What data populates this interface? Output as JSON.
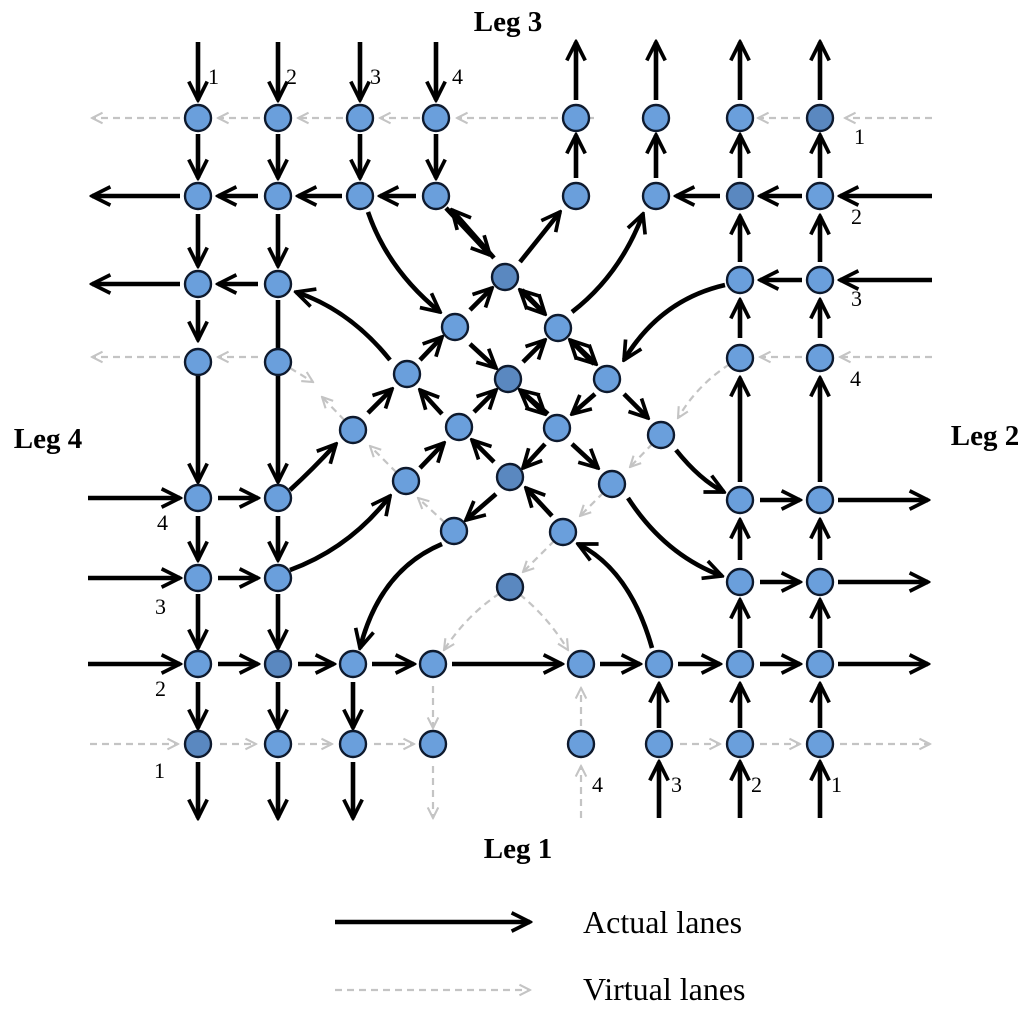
{
  "legs": {
    "leg1": "Leg 1",
    "leg2": "Leg 2",
    "leg3": "Leg 3",
    "leg4": "Leg 4"
  },
  "lane_numbers": {
    "leg3": [
      "1",
      "2",
      "3",
      "4"
    ],
    "leg2": [
      "1",
      "2",
      "3",
      "4"
    ],
    "leg4": [
      "4",
      "3",
      "2",
      "1"
    ],
    "leg1": [
      "4",
      "3",
      "2",
      "1"
    ]
  },
  "legend": {
    "actual": "Actual lanes",
    "virtual": "Virtual lanes"
  },
  "colors": {
    "node_fill": "#6a9fdc",
    "node_stroke": "#0e1a2e",
    "actual_lane": "#000000",
    "virtual_lane": "#c4c4c4"
  }
}
